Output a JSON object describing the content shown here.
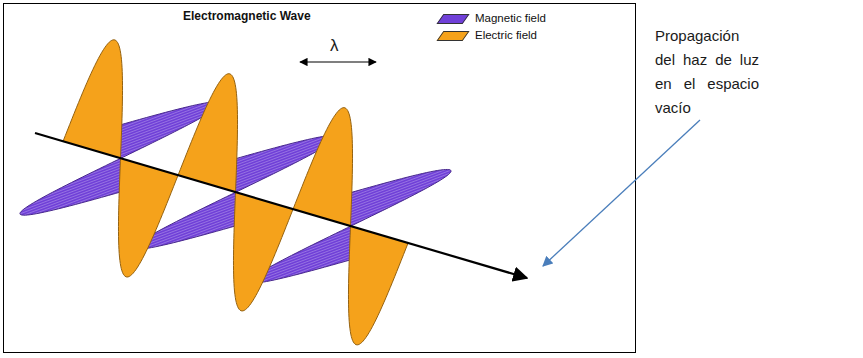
{
  "diagram": {
    "title": "Electromagnetic Wave",
    "labels": [
      "λ",
      "Propagación del haz de luz en el espacio vacío"
    ],
    "legend": [
      {
        "text": "Magnetic field",
        "color": "#7040d8"
      },
      {
        "text": "Electric field",
        "color": "#f5a21b"
      }
    ]
  }
}
